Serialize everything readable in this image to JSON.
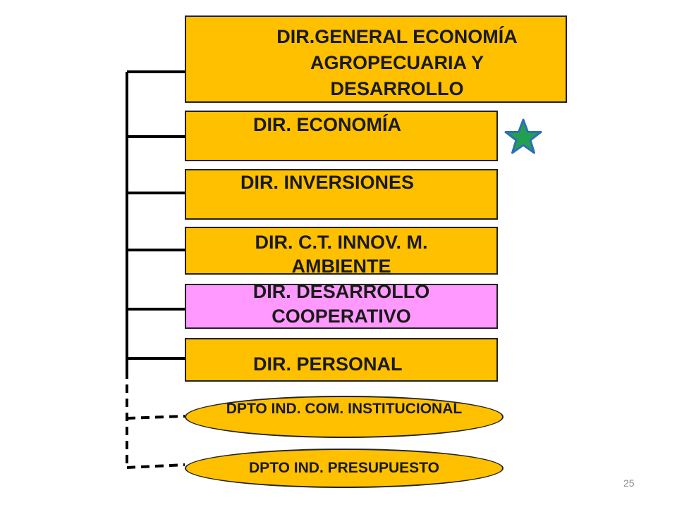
{
  "boxes": {
    "general": {
      "line1": "DIR.GENERAL  ECONOMÍA",
      "line2": "AGROPECUARIA Y",
      "line3": "DESARROLLO"
    },
    "economia": {
      "label": "DIR.  ECONOMÍA"
    },
    "inversiones": {
      "label": "DIR.  INVERSIONES"
    },
    "ctinnov": {
      "line1": "DIR.  C.T. INNOV.    M.",
      "line2": "AMBIENTE"
    },
    "desarrollo_coop": {
      "line1": "DIR.  DESARROLLO",
      "line2": "COOPERATIVO"
    },
    "personal": {
      "label": "DIR.  PERSONAL"
    }
  },
  "ellipses": {
    "com_inst": {
      "line1": "DPTO IND. COM.",
      "line2": "INSTITUCIONAL"
    },
    "presupuesto": {
      "label": "DPTO IND. PRESUPUESTO"
    }
  },
  "colors": {
    "box_fill": "#FFC000",
    "highlight_fill": "#FF99FF",
    "star_fill": "#22A050",
    "star_stroke": "#2E6FB4",
    "connector": "#000000"
  },
  "page_number": "25"
}
